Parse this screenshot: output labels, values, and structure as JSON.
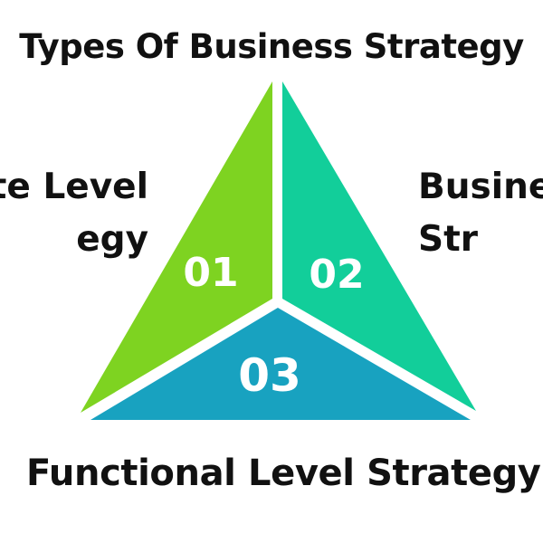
{
  "title": "Types Of Business Strategy",
  "segments": [
    {
      "number": "01",
      "label_lines": [
        "te Level",
        "egy"
      ],
      "color": "#7ED321"
    },
    {
      "number": "02",
      "label_lines": [
        "Busine",
        "Str"
      ],
      "color": "#12CE9A"
    },
    {
      "number": "03",
      "label_lines": [
        "Functional Level Strategy"
      ],
      "color": "#18A2C0"
    }
  ]
}
